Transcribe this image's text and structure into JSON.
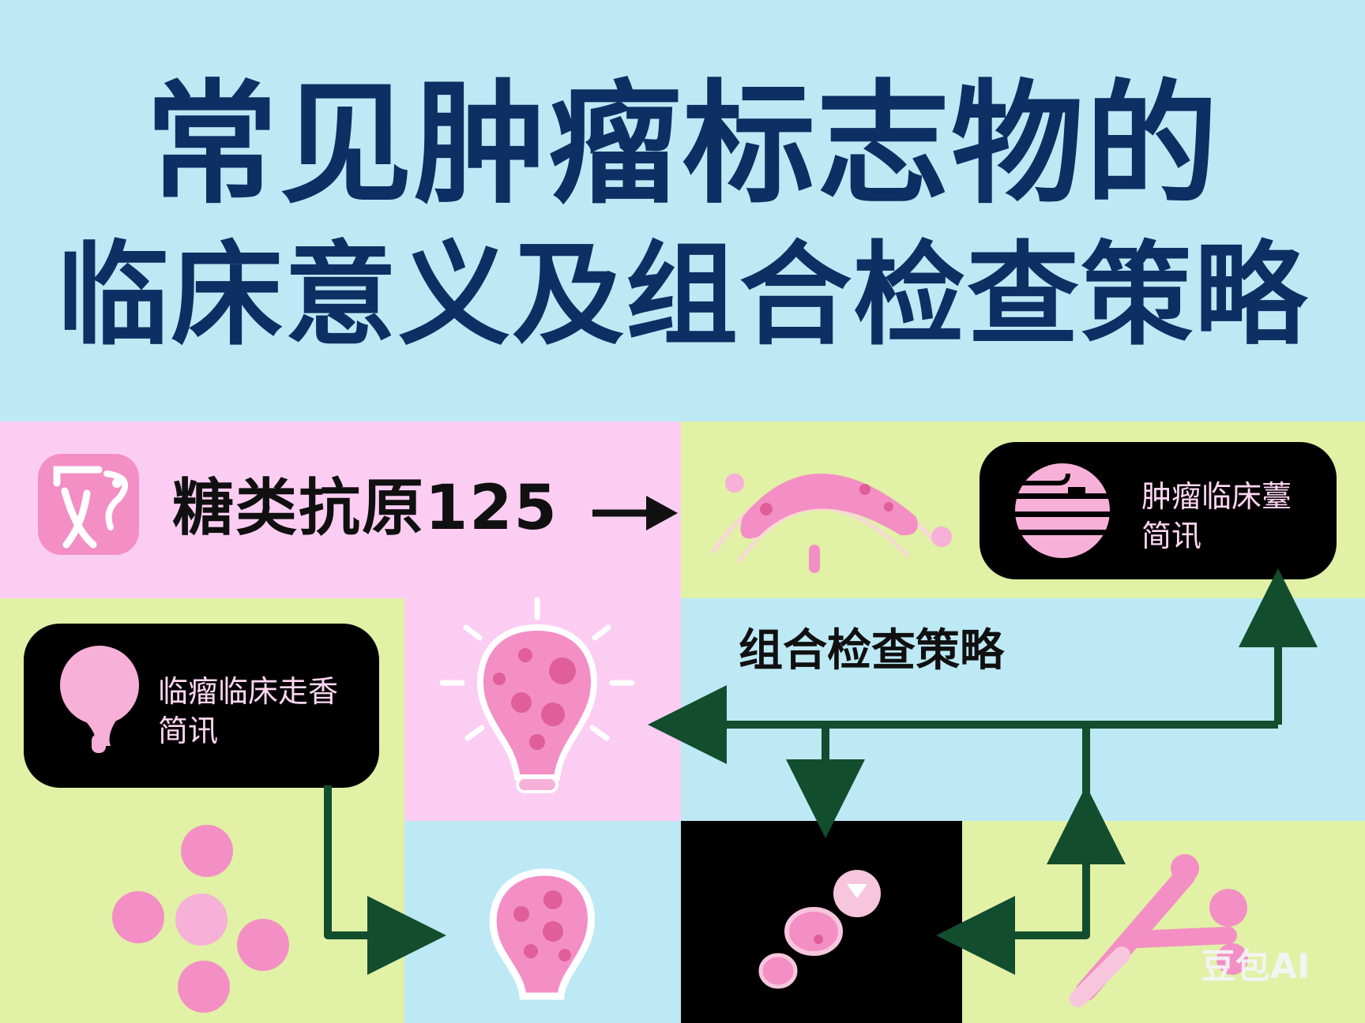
{
  "title": {
    "line1": "常见肿瘤标志物的",
    "line2": "临床意义及组合检查策略"
  },
  "marker": {
    "label": "糖类抗原125"
  },
  "cards": [
    {
      "line1": "肿瘤临床薹",
      "line2": "简讯"
    },
    {
      "line1": "临瘤临床走香",
      "line2": "简讯"
    }
  ],
  "combo_label": "组合检查策略",
  "watermark": "豆包AI",
  "colors": {
    "bg_blue": "#bde9f5",
    "pink": "#fccdf3",
    "green": "#e1f1a6",
    "title_navy": "#0e2f63",
    "arrow_green": "#124d2e",
    "accent_pink": "#f38fc4"
  }
}
